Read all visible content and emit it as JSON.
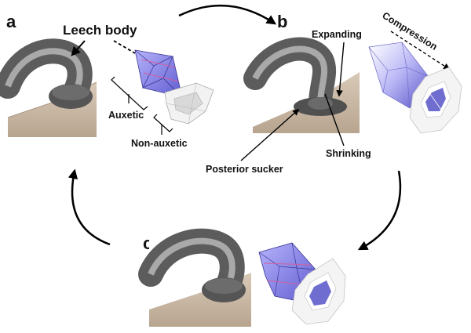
{
  "panels": {
    "a": "a",
    "b": "b",
    "c": "c"
  },
  "labels": {
    "leech_body": "Leech body",
    "auxetic": "Auxetic",
    "non_auxetic": "Non-auxetic",
    "expanding": "Expanding",
    "compression": "Compression",
    "posterior_sucker": "Posterior sucker",
    "shrinking": "Shrinking"
  },
  "colors": {
    "leech_dark": "#5e5e5e",
    "leech_light": "#a8a8a8",
    "ground": "#c9b9a6",
    "structure_blue": "#8f8cef",
    "structure_white": "#eeeeee",
    "crease_pink": "#d060a0"
  }
}
